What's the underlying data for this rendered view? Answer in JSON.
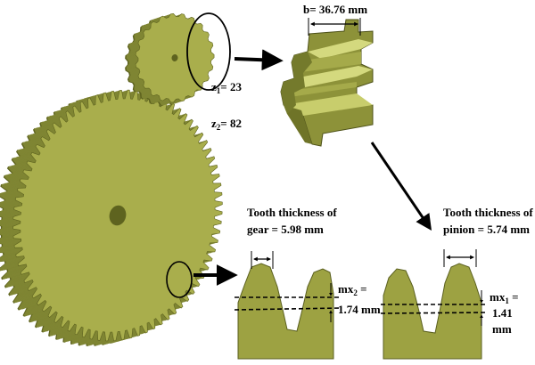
{
  "colors": {
    "gear_face": "#a9ae4c",
    "gear_side": "#7f8533",
    "gear_dark": "#5e631f",
    "gear_light": "#d2d77a",
    "callout": "#000000"
  },
  "pinion": {
    "z_label": "z",
    "z_sub": "1",
    "z_value": "= 23",
    "teeth": 23
  },
  "gear": {
    "z_label": "z",
    "z_sub": "2",
    "z_value": "= 82",
    "teeth": 82
  },
  "face_width": {
    "label": "b= 36.76 mm"
  },
  "gear_tooth": {
    "title_line1": "Tooth thickness of",
    "title_line2": "gear = 5.98 mm",
    "shift_line1": "mx",
    "shift_sub": "2",
    "shift_line1_end": " =",
    "shift_line2": "1.74 mm"
  },
  "pinion_tooth": {
    "title_line1": "Tooth thickness of",
    "title_line2": "pinion = 5.74 mm",
    "shift_line1": "mx",
    "shift_sub": "1",
    "shift_line1_end": " =",
    "shift_line2": "1.41",
    "shift_line3": "mm"
  }
}
